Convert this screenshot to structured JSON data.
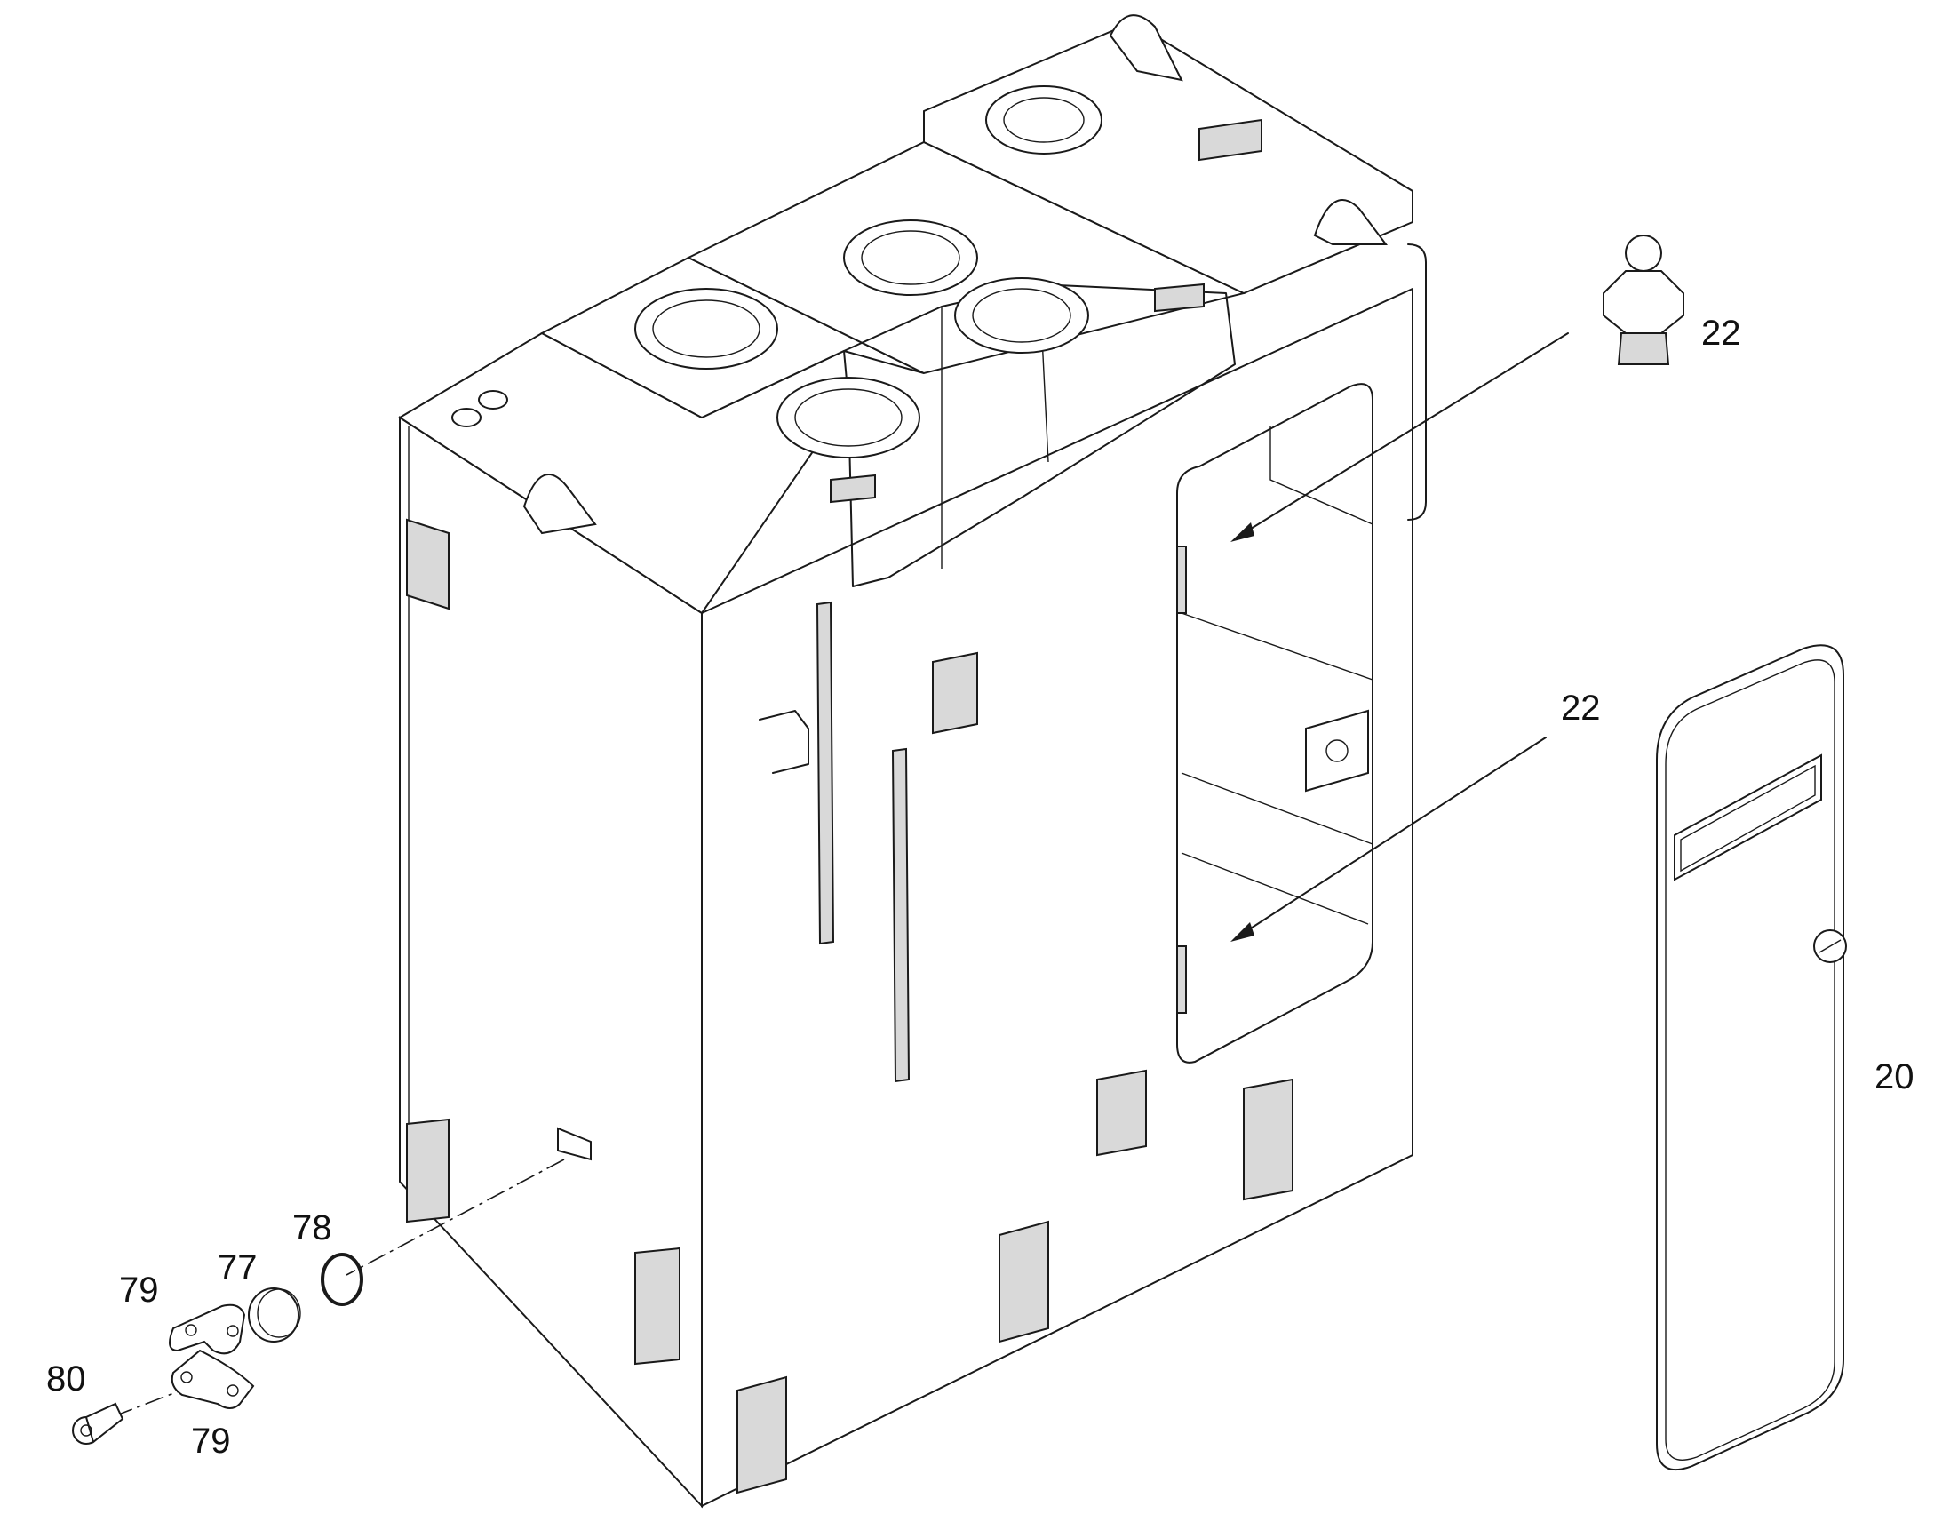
{
  "callouts": {
    "fitting_top": "22",
    "fitting_bottom": "22",
    "door": "20",
    "ring": "78",
    "plug": "77",
    "clamp_upper": "79",
    "clamp_lower": "79",
    "screw": "80"
  },
  "colors": {
    "line": "#1a1a1a",
    "shade": "#d9d9d9",
    "background": "#ffffff"
  }
}
